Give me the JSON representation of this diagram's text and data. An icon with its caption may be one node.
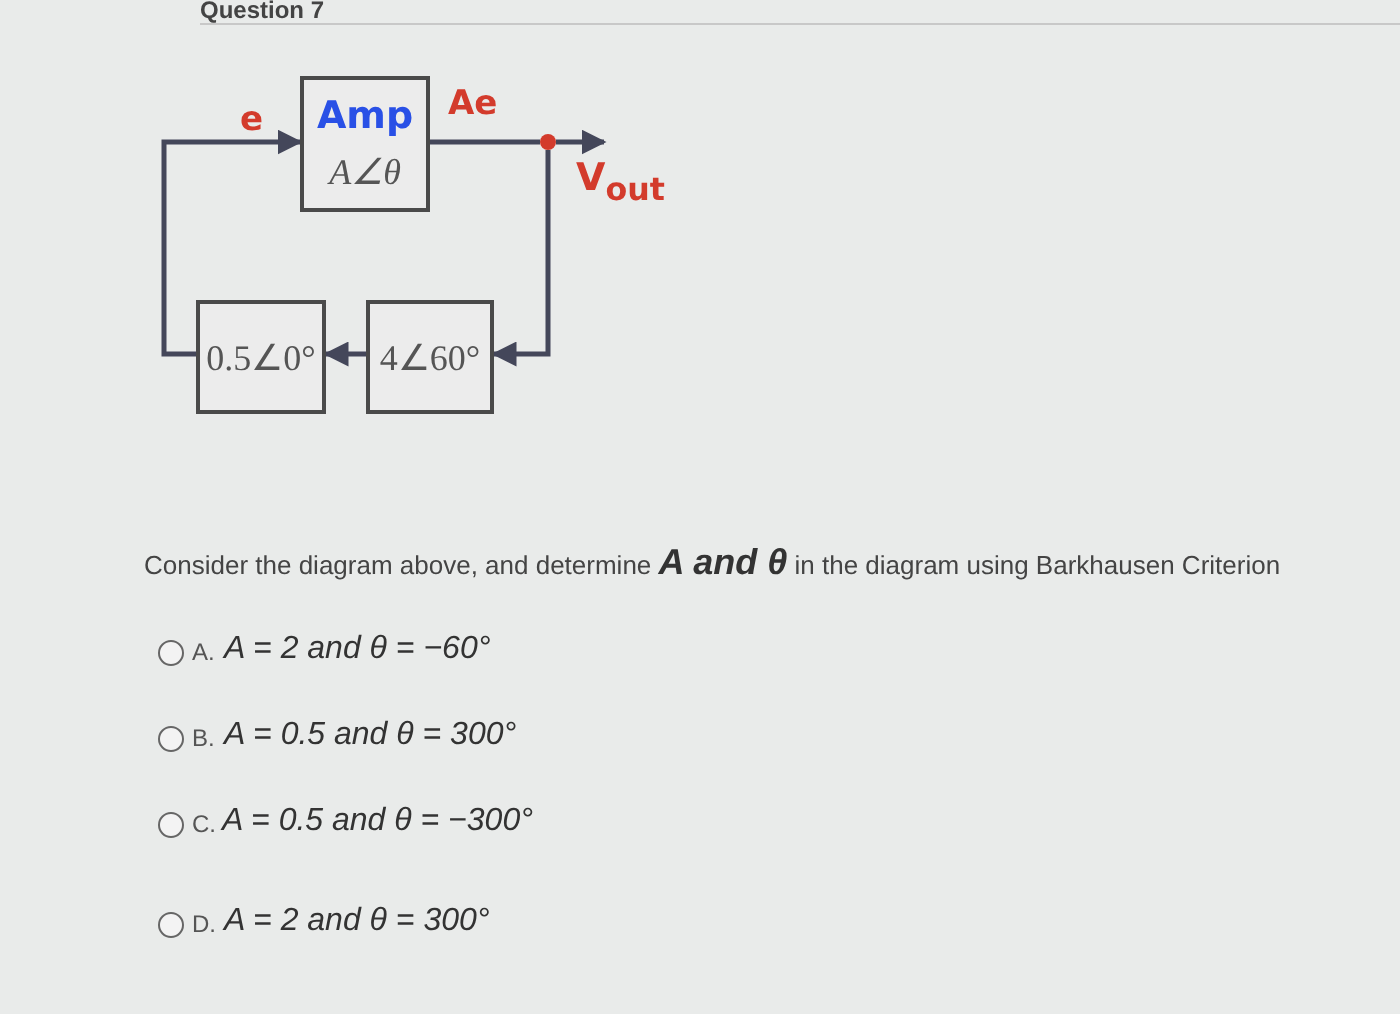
{
  "diagram": {
    "title": "Question 7",
    "nodes": [
      {
        "text": [
          "Amp",
          "A∠θ"
        ]
      },
      {
        "text": [
          "0.5∠0°"
        ]
      },
      {
        "text": [
          "4∠60°"
        ]
      },
      {
        "text": [],
        "shape": "circle"
      }
    ],
    "edges": [
      {
        "from": 0,
        "to": 3,
        "arrow": "none",
        "label": "Ae"
      },
      {
        "from": 3,
        "to": null,
        "arrow": "to",
        "label": "V$_{out}$"
      },
      {
        "from": 3,
        "to": 2,
        "arrow": "to"
      },
      {
        "from": 2,
        "to": 1,
        "arrow": "to"
      },
      {
        "from": 1,
        "to": 0,
        "arrow": "to",
        "label": "e"
      }
    ],
    "labels": [
      "Consider the diagram above, and determine **A and θ** in the diagram using Barkhausen Criterion",
      "A.",
      "A = 2 and θ = −60°",
      "B.",
      "A = 0.5 and θ = 300°",
      "C.",
      "A = 0.5 and θ = −300°",
      "D.",
      "A = 2 and θ = 300°"
    ]
  }
}
